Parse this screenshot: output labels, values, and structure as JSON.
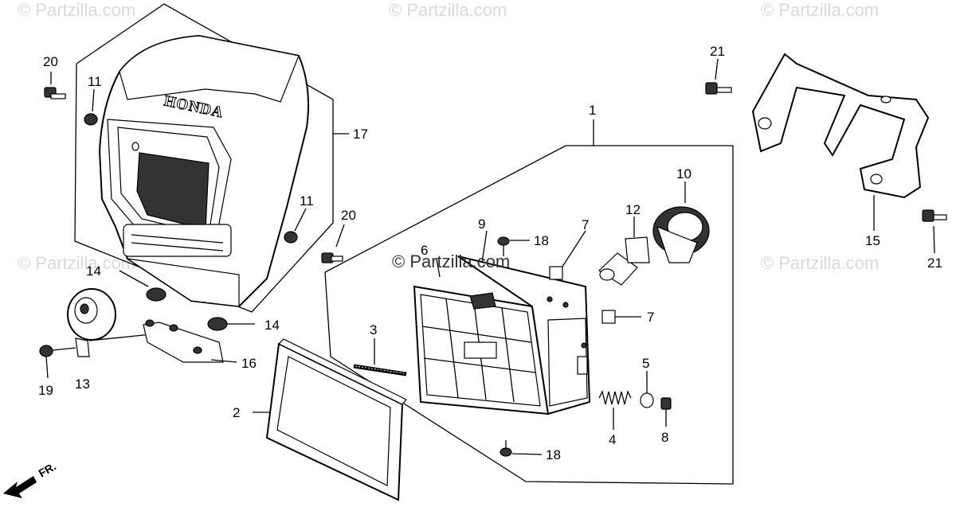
{
  "watermarks": {
    "w1": "© Partzilla.com",
    "w2": "© Partzilla.com",
    "w3": "© Partzilla.com",
    "w4": "© Partzilla.com",
    "w5": "© Partzilla.com",
    "w6": "© Partzilla.com"
  },
  "brand_text": "HONDA",
  "direction_label": "FR.",
  "callouts": {
    "c1": "1",
    "c2": "2",
    "c3": "3",
    "c4": "4",
    "c5": "5",
    "c6": "6",
    "c7a": "7",
    "c7b": "7",
    "c8": "8",
    "c9": "9",
    "c10": "10",
    "c11a": "11",
    "c11b": "11",
    "c12": "12",
    "c13": "13",
    "c14a": "14",
    "c14b": "14",
    "c15": "15",
    "c16": "16",
    "c17": "17",
    "c18a": "18",
    "c18b": "18",
    "c19": "19",
    "c20a": "20",
    "c20b": "20",
    "c21a": "21",
    "c21b": "21"
  },
  "parts": [
    "headlight-case-cover",
    "headlight-assembly",
    "headlight-rim",
    "adjusting-screw",
    "spring",
    "nut",
    "headlight-unit",
    "clip",
    "collar",
    "socket",
    "bulb-cap",
    "grommet",
    "bulb",
    "horn",
    "rubber-mount",
    "headlight-stay",
    "horn-bracket",
    "flat-screw",
    "nut-flange",
    "bolt-flange",
    "washer-bolt"
  ]
}
